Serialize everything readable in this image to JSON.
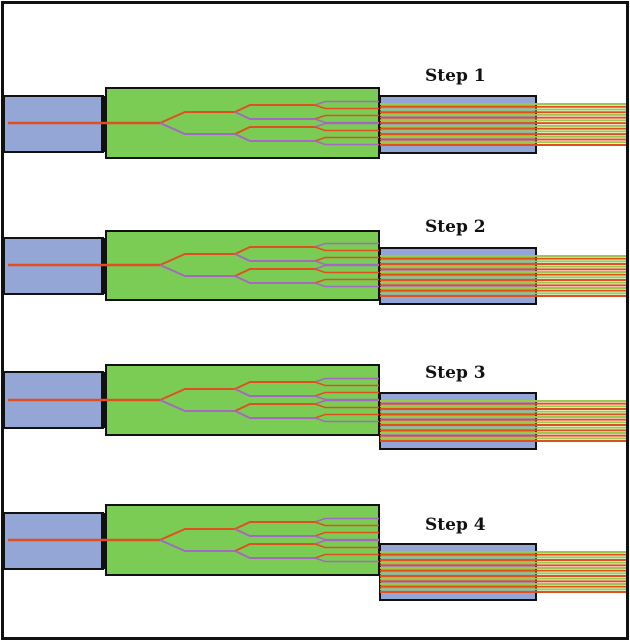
{
  "steps": [
    {
      "label": "Step 1"
    },
    {
      "label": "Step 2"
    },
    {
      "label": "Step 3"
    },
    {
      "label": "Step 4"
    }
  ],
  "colors": {
    "fiber_block": "#94a6d6",
    "chip": "#7bcc55",
    "waveguide_red": "#e0501e",
    "waveguide_purple": "#a369c1",
    "fiber_core_green": "#9bc94d",
    "outline": "#111111"
  }
}
